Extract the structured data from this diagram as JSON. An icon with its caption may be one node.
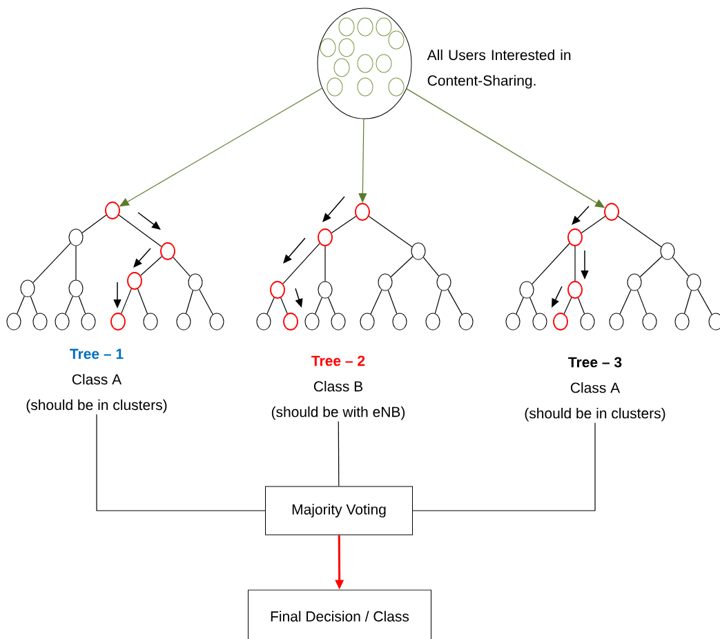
{
  "diagram": {
    "nodes": [
      {
        "text": [],
        "shape": "circle",
        "beside": [
          "All Users Interested in Content-Sharing."
        ]
      },
      {
        "text": [],
        "shape": "circle"
      },
      {
        "text": [],
        "shape": "circle"
      },
      {
        "text": [],
        "shape": "circle"
      },
      {
        "text": [],
        "shape": "circle"
      },
      {
        "text": [],
        "shape": "circle"
      },
      {
        "text": [],
        "shape": "circle"
      },
      {
        "text": [],
        "shape": "circle"
      },
      {
        "text": [],
        "shape": "circle"
      },
      {
        "text": [],
        "shape": "circle"
      },
      {
        "text": [],
        "shape": "circle"
      },
      {
        "text": [],
        "shape": "circle"
      },
      {
        "text": [],
        "shape": "circle"
      },
      {
        "text": [],
        "shape": "circle"
      },
      {
        "text": [],
        "shape": "circle"
      },
      {
        "text": [],
        "shape": "circle"
      },
      {
        "text": [],
        "shape": "circle"
      },
      {
        "text": [],
        "shape": "circle"
      },
      {
        "text": [],
        "shape": "circle"
      },
      {
        "text": [],
        "shape": "circle"
      },
      {
        "text": [],
        "shape": "circle"
      },
      {
        "text": [],
        "shape": "circle"
      },
      {
        "text": [],
        "shape": "circle"
      },
      {
        "text": [],
        "shape": "circle"
      },
      {
        "text": [],
        "shape": "circle"
      },
      {
        "text": [],
        "shape": "circle"
      },
      {
        "text": [],
        "shape": "circle"
      },
      {
        "text": [],
        "shape": "circle"
      },
      {
        "text": [],
        "shape": "circle"
      },
      {
        "text": [],
        "shape": "circle"
      },
      {
        "text": [],
        "shape": "circle"
      },
      {
        "text": [],
        "shape": "circle"
      },
      {
        "text": [],
        "shape": "circle"
      },
      {
        "text": [],
        "shape": "circle"
      },
      {
        "text": [],
        "shape": "circle"
      },
      {
        "text": [],
        "shape": "circle"
      },
      {
        "text": [],
        "shape": "circle"
      },
      {
        "text": [],
        "shape": "circle"
      },
      {
        "text": [],
        "shape": "circle"
      },
      {
        "text": [],
        "shape": "circle"
      },
      {
        "text": [],
        "shape": "circle"
      },
      {
        "text": [],
        "shape": "circle"
      },
      {
        "text": [],
        "shape": "circle"
      },
      {
        "text": [],
        "shape": "circle"
      },
      {
        "text": [],
        "shape": "circle"
      },
      {
        "text": [],
        "shape": "circle"
      },
      {
        "text": [
          "Tree – 1",
          "Class A",
          "(should be in clusters)"
        ]
      },
      {
        "text": [
          "Tree – 2",
          "Class B",
          "(should be with eNB)"
        ]
      },
      {
        "text": [
          "Tree – 3",
          "Class A",
          "(should be in clusters)"
        ]
      },
      {
        "text": [
          "Majority Voting"
        ]
      },
      {
        "text": [
          "Final Decision / Class"
        ]
      }
    ],
    "edges": [
      {
        "from": 0,
        "to": 1,
        "arrow": "to",
        "color": "#5b7a2e"
      },
      {
        "from": 0,
        "to": 16,
        "arrow": "to",
        "color": "#5b7a2e"
      },
      {
        "from": 0,
        "to": 31,
        "arrow": "to",
        "color": "#5b7a2e"
      },
      {
        "from": 1,
        "to": 2,
        "arrow": "none"
      },
      {
        "from": 1,
        "to": 3,
        "arrow": "none"
      },
      {
        "from": 2,
        "to": 4,
        "arrow": "none"
      },
      {
        "from": 2,
        "to": 5,
        "arrow": "none"
      },
      {
        "from": 3,
        "to": 6,
        "arrow": "none"
      },
      {
        "from": 3,
        "to": 7,
        "arrow": "none"
      },
      {
        "from": 4,
        "to": 8,
        "arrow": "none"
      },
      {
        "from": 4,
        "to": 9,
        "arrow": "none"
      },
      {
        "from": 5,
        "to": 10,
        "arrow": "none"
      },
      {
        "from": 5,
        "to": 11,
        "arrow": "none"
      },
      {
        "from": 6,
        "to": 12,
        "arrow": "none"
      },
      {
        "from": 6,
        "to": 13,
        "arrow": "none"
      },
      {
        "from": 7,
        "to": 14,
        "arrow": "none"
      },
      {
        "from": 7,
        "to": 15,
        "arrow": "none"
      },
      {
        "from": 16,
        "to": 17,
        "arrow": "none"
      },
      {
        "from": 16,
        "to": 18,
        "arrow": "none"
      },
      {
        "from": 17,
        "to": 19,
        "arrow": "none"
      },
      {
        "from": 17,
        "to": 20,
        "arrow": "none"
      },
      {
        "from": 18,
        "to": 21,
        "arrow": "none"
      },
      {
        "from": 18,
        "to": 22,
        "arrow": "none"
      },
      {
        "from": 19,
        "to": 23,
        "arrow": "none"
      },
      {
        "from": 19,
        "to": 24,
        "arrow": "none"
      },
      {
        "from": 20,
        "to": 25,
        "arrow": "none"
      },
      {
        "from": 20,
        "to": 26,
        "arrow": "none"
      },
      {
        "from": 21,
        "to": 27,
        "arrow": "none"
      },
      {
        "from": 21,
        "to": 28,
        "arrow": "none"
      },
      {
        "from": 22,
        "to": 29,
        "arrow": "none"
      },
      {
        "from": 22,
        "to": 30,
        "arrow": "none"
      },
      {
        "from": 31,
        "to": 32,
        "arrow": "none"
      },
      {
        "from": 31,
        "to": 33,
        "arrow": "none"
      },
      {
        "from": 32,
        "to": 34,
        "arrow": "none"
      },
      {
        "from": 32,
        "to": 35,
        "arrow": "none"
      },
      {
        "from": 33,
        "to": 36,
        "arrow": "none"
      },
      {
        "from": 33,
        "to": 37,
        "arrow": "none"
      },
      {
        "from": 34,
        "to": 38,
        "arrow": "none"
      },
      {
        "from": 34,
        "to": 39,
        "arrow": "none"
      },
      {
        "from": 35,
        "to": 40,
        "arrow": "none"
      },
      {
        "from": 35,
        "to": 41,
        "arrow": "none"
      },
      {
        "from": 36,
        "to": 42,
        "arrow": "none"
      },
      {
        "from": 36,
        "to": 43,
        "arrow": "none"
      },
      {
        "from": 37,
        "to": 44,
        "arrow": "none"
      },
      {
        "from": 37,
        "to": 45,
        "arrow": "none"
      },
      {
        "from": 46,
        "to": 49,
        "arrow": "none"
      },
      {
        "from": 47,
        "to": 49,
        "arrow": "none"
      },
      {
        "from": 48,
        "to": 49,
        "arrow": "none"
      },
      {
        "from": 49,
        "to": 50,
        "arrow": "to",
        "style": "thick",
        "color": "#ff0000"
      }
    ]
  }
}
